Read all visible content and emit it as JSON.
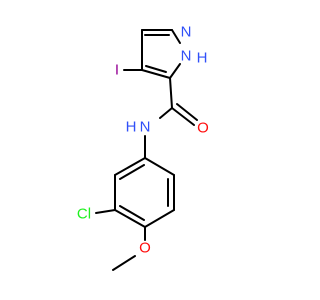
{
  "molecule": {
    "atoms": {
      "N_ring": "N",
      "NH_ring": "N",
      "H_ring": "H",
      "I": "I",
      "O": "O",
      "N_amide": "N",
      "H_amide": "H",
      "Cl": "Cl",
      "O_ether": "O"
    },
    "colors": {
      "bond": "#000000",
      "N": "#3050F8",
      "O": "#FF0D0D",
      "I": "#940094",
      "Cl": "#1FF01F",
      "H": "#000000"
    }
  }
}
